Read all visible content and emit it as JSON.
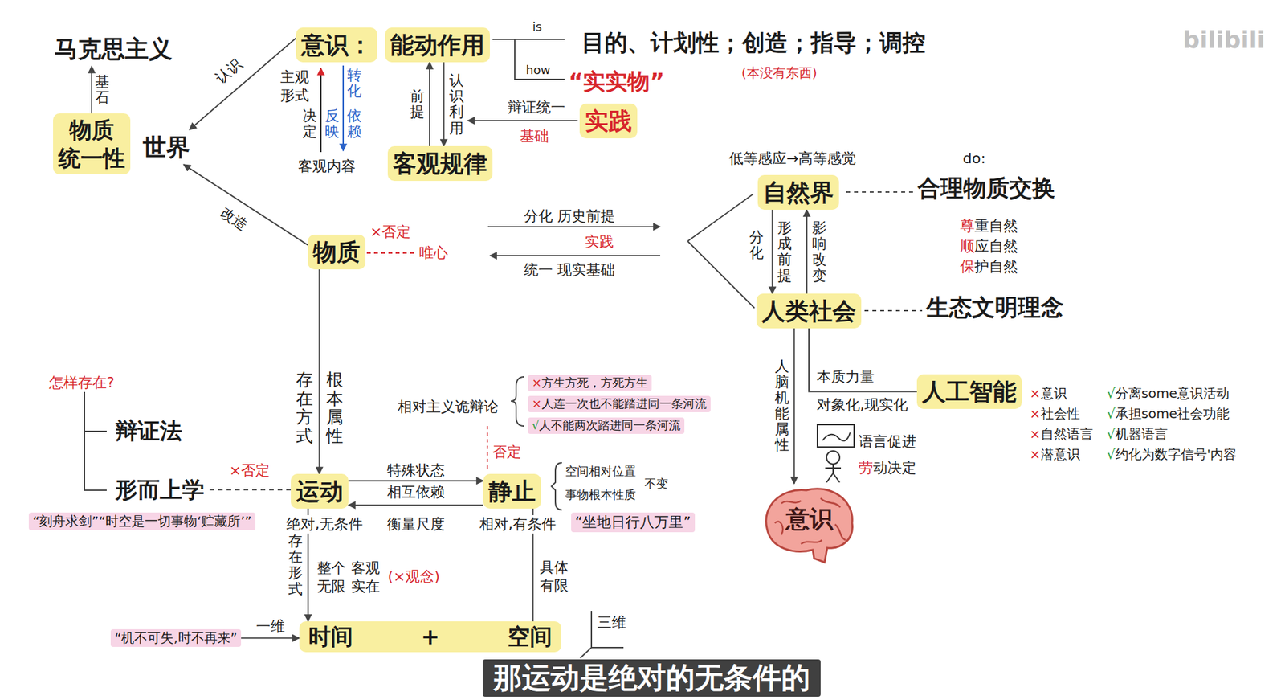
{
  "diagram": {
    "caption": "那运动是绝对的无条件的",
    "nodes": [
      {
        "text": [
          "马克思主义"
        ]
      },
      {
        "text": [
          "物质 统一性"
        ]
      },
      {
        "text": [
          "世界"
        ]
      },
      {
        "text": [
          "意识："
        ]
      },
      {
        "text": [
          "能动作用"
        ]
      },
      {
        "text": [
          "实践"
        ]
      },
      {
        "text": [
          "客观规律"
        ]
      },
      {
        "text": [
          "物质"
        ]
      },
      {
        "text": [
          "自然界"
        ]
      },
      {
        "text": [
          "人类社会"
        ]
      },
      {
        "text": [
          "人工智能"
        ]
      },
      {
        "text": [
          "意识"
        ]
      },
      {
        "text": [
          "×方生方死，方死方生"
        ]
      },
      {
        "text": [
          "×人连一次也不能踏进同一条河流"
        ]
      },
      {
        "text": [
          "√人不能两次踏进同一条河流"
        ]
      },
      {
        "text": [
          "辩证法"
        ]
      },
      {
        "text": [
          "形而上学"
        ]
      },
      {
        "text": [
          "运动"
        ]
      },
      {
        "text": [
          "静止"
        ]
      },
      {
        "text": [
          "“刻舟求剑”“时空是一切事物‘贮藏所’”"
        ]
      },
      {
        "text": [
          "“坐地日行八万里”"
        ]
      },
      {
        "text": [
          "时间",
          "+",
          "空间"
        ]
      },
      {
        "text": [
          "“机不可失,时不再来”"
        ]
      }
    ],
    "edges": [
      {
        "from": 1,
        "to": 0,
        "label": "基石",
        "arrow": "to"
      },
      {
        "from": 3,
        "to": 2,
        "label": "认识",
        "arrow": "to"
      },
      {
        "from": 7,
        "to": 2,
        "label": "改造",
        "arrow": "to"
      },
      {
        "from": 4,
        "to": 6,
        "label": "认识利用",
        "arrow": "to"
      },
      {
        "from": 6,
        "to": 4,
        "label": "前提",
        "arrow": "to"
      },
      {
        "from": 7,
        "to": 17,
        "arrow": "to"
      },
      {
        "from": 8,
        "to": 9,
        "label": "形成前提",
        "arrow": "to"
      },
      {
        "from": 9,
        "to": 8,
        "label": "影响改变",
        "arrow": "to"
      },
      {
        "from": 9,
        "to": 10,
        "arrow": "none"
      },
      {
        "from": 9,
        "to": 11,
        "label": "人脑机能属性",
        "arrow": "to"
      },
      {
        "from": 17,
        "to": 18,
        "label": "特殊状态",
        "arrow": "to"
      },
      {
        "from": 18,
        "to": 17,
        "label": "相互依赖",
        "arrow": "to"
      },
      {
        "from": 17,
        "to": 21,
        "label": "存在形式",
        "arrow": "to"
      },
      {
        "from": 18,
        "to": 21,
        "arrow": "none"
      },
      {
        "from": 22,
        "to": 21,
        "label": "一维",
        "arrow": "to"
      },
      {
        "from": 16,
        "to": 17,
        "arrow": "none"
      }
    ],
    "labels": [
      "is",
      "how",
      "目的、计划性；创造；指导；调控",
      "“实实物”",
      "(本没有东西)",
      "主观 形式",
      "转化",
      "决定",
      "反映",
      "依赖",
      "客观内容",
      "辩证统一",
      "基础",
      "×否定",
      "唯心",
      "分化 历史前提",
      "实践",
      "统一 现实基础",
      "低等感应→高等感觉",
      "do:",
      "合理物质交换",
      "分化",
      "尊重自然",
      "顺应自然",
      "保护自然",
      "生态文明理念",
      "本质力量",
      "对象化,现实化",
      "语言促进",
      "劳动决定",
      "×意识",
      "×社会性",
      "×自然语言",
      "×潜意识",
      "√分离some意识活动",
      "√承担some社会功能",
      "√机器语言",
      "√约化为数字信号'内容",
      "怎样存在?",
      "存在方式",
      "根本属性",
      "×否定",
      "相对主义诡辩论",
      "否定",
      "空间相对位置",
      "事物根本性质",
      "不变",
      "衡量尺度",
      "绝对,无条件",
      "相对,有条件",
      "整个 无限",
      "客观 实在",
      "(×观念)",
      "具体 有限",
      "三维",
      "bilibili"
    ]
  }
}
